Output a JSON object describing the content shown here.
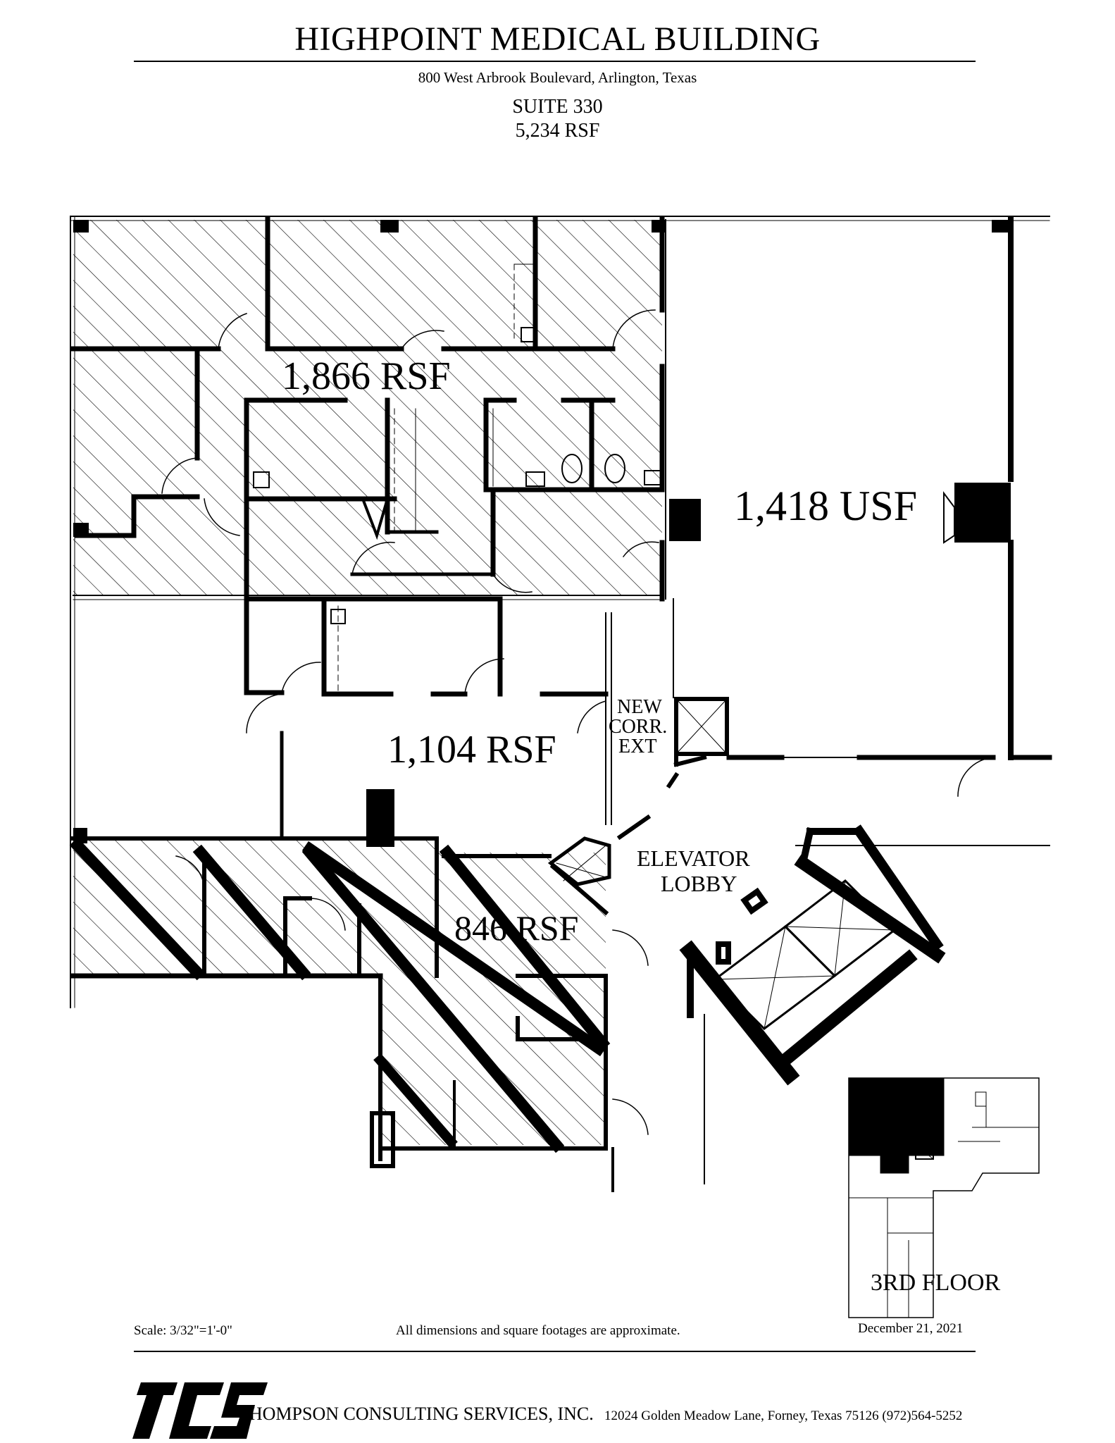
{
  "header": {
    "title": "HIGHPOINT MEDICAL BUILDING",
    "address": "800 West Arbrook Boulevard, Arlington, Texas",
    "suite": "SUITE 330",
    "suite_area": "5,234 RSF"
  },
  "areas": {
    "north": "1,866 RSF",
    "east": "1,418 USF",
    "central": "1,104 RSF",
    "south": "846 RSF"
  },
  "labels": {
    "corridor_line1": "NEW",
    "corridor_line2": "CORR.",
    "corridor_line3": "EXT",
    "elevator_line1": "ELEVATOR",
    "elevator_line2": "LOBBY"
  },
  "keyplan": {
    "label": "3RD FLOOR"
  },
  "footer": {
    "scale": "Scale: 3/32\"=1'-0\"",
    "note": "All dimensions and square footages are approximate.",
    "date": "December 21, 2021",
    "logo_text": "TCS",
    "company": "THOMPSON CONSULTING SERVICES, INC.",
    "contact": "12024 Golden Meadow Lane, Forney, Texas  75126  (972)564-5252"
  },
  "colors": {
    "ink": "#000000",
    "paper": "#ffffff"
  }
}
